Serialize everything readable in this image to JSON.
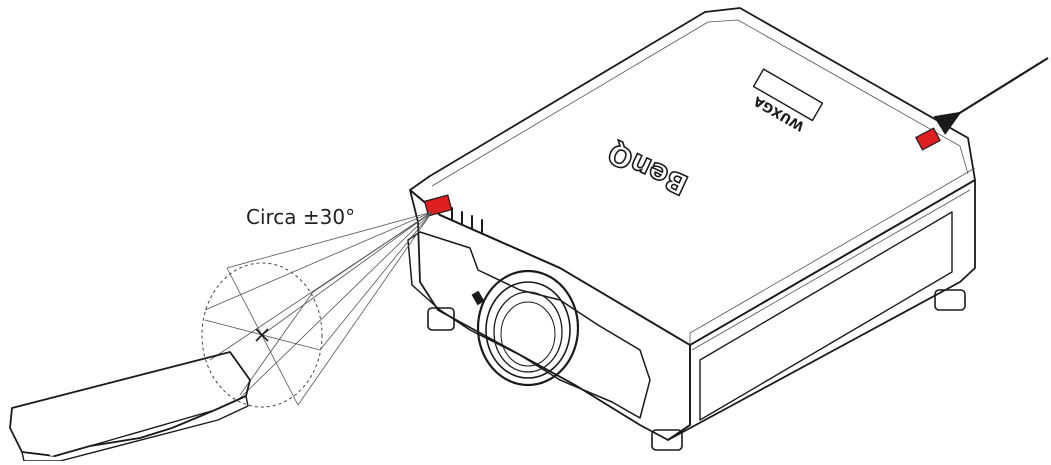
{
  "diagram": {
    "angle_label": "Circa ±30°",
    "brand_mark": "BenQ",
    "resolution_mark": "WUXGA",
    "colors": {
      "ir_sensor": "#e02020",
      "outline": "#1a1a1a",
      "remote_body": "#2b1f18",
      "vent": "#1c1c1c"
    },
    "icons": [
      "projector",
      "remote-control",
      "ir-receiver-front",
      "ir-receiver-top",
      "pointer-arrow",
      "reception-cone"
    ]
  }
}
